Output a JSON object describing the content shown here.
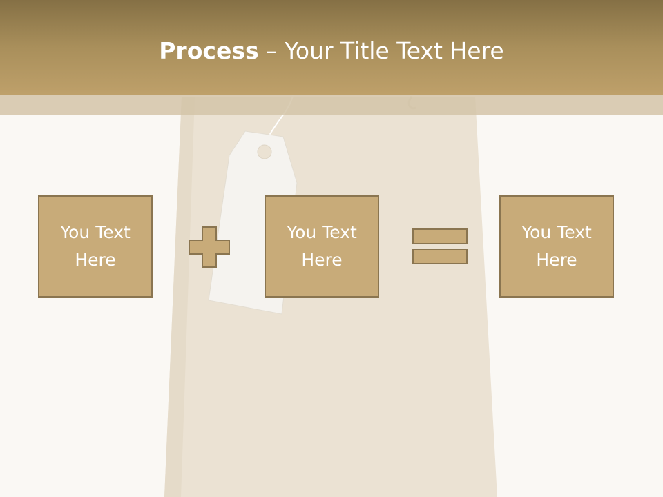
{
  "title": {
    "bold": "Process",
    "separator": " – ",
    "rest": "Your Title Text Here"
  },
  "boxes": [
    {
      "text": "You Text Here"
    },
    {
      "text": "You Text Here"
    },
    {
      "text": "You Text Here"
    }
  ],
  "colors": {
    "header_top": "#857045",
    "header_bottom": "#bea06a",
    "box_fill": "#c8ab79",
    "box_border": "#8a7550",
    "background": "#faf8f4"
  },
  "icons": [
    "plus-icon",
    "equals-icon",
    "shopping-bag-illustration",
    "price-tag-illustration"
  ]
}
